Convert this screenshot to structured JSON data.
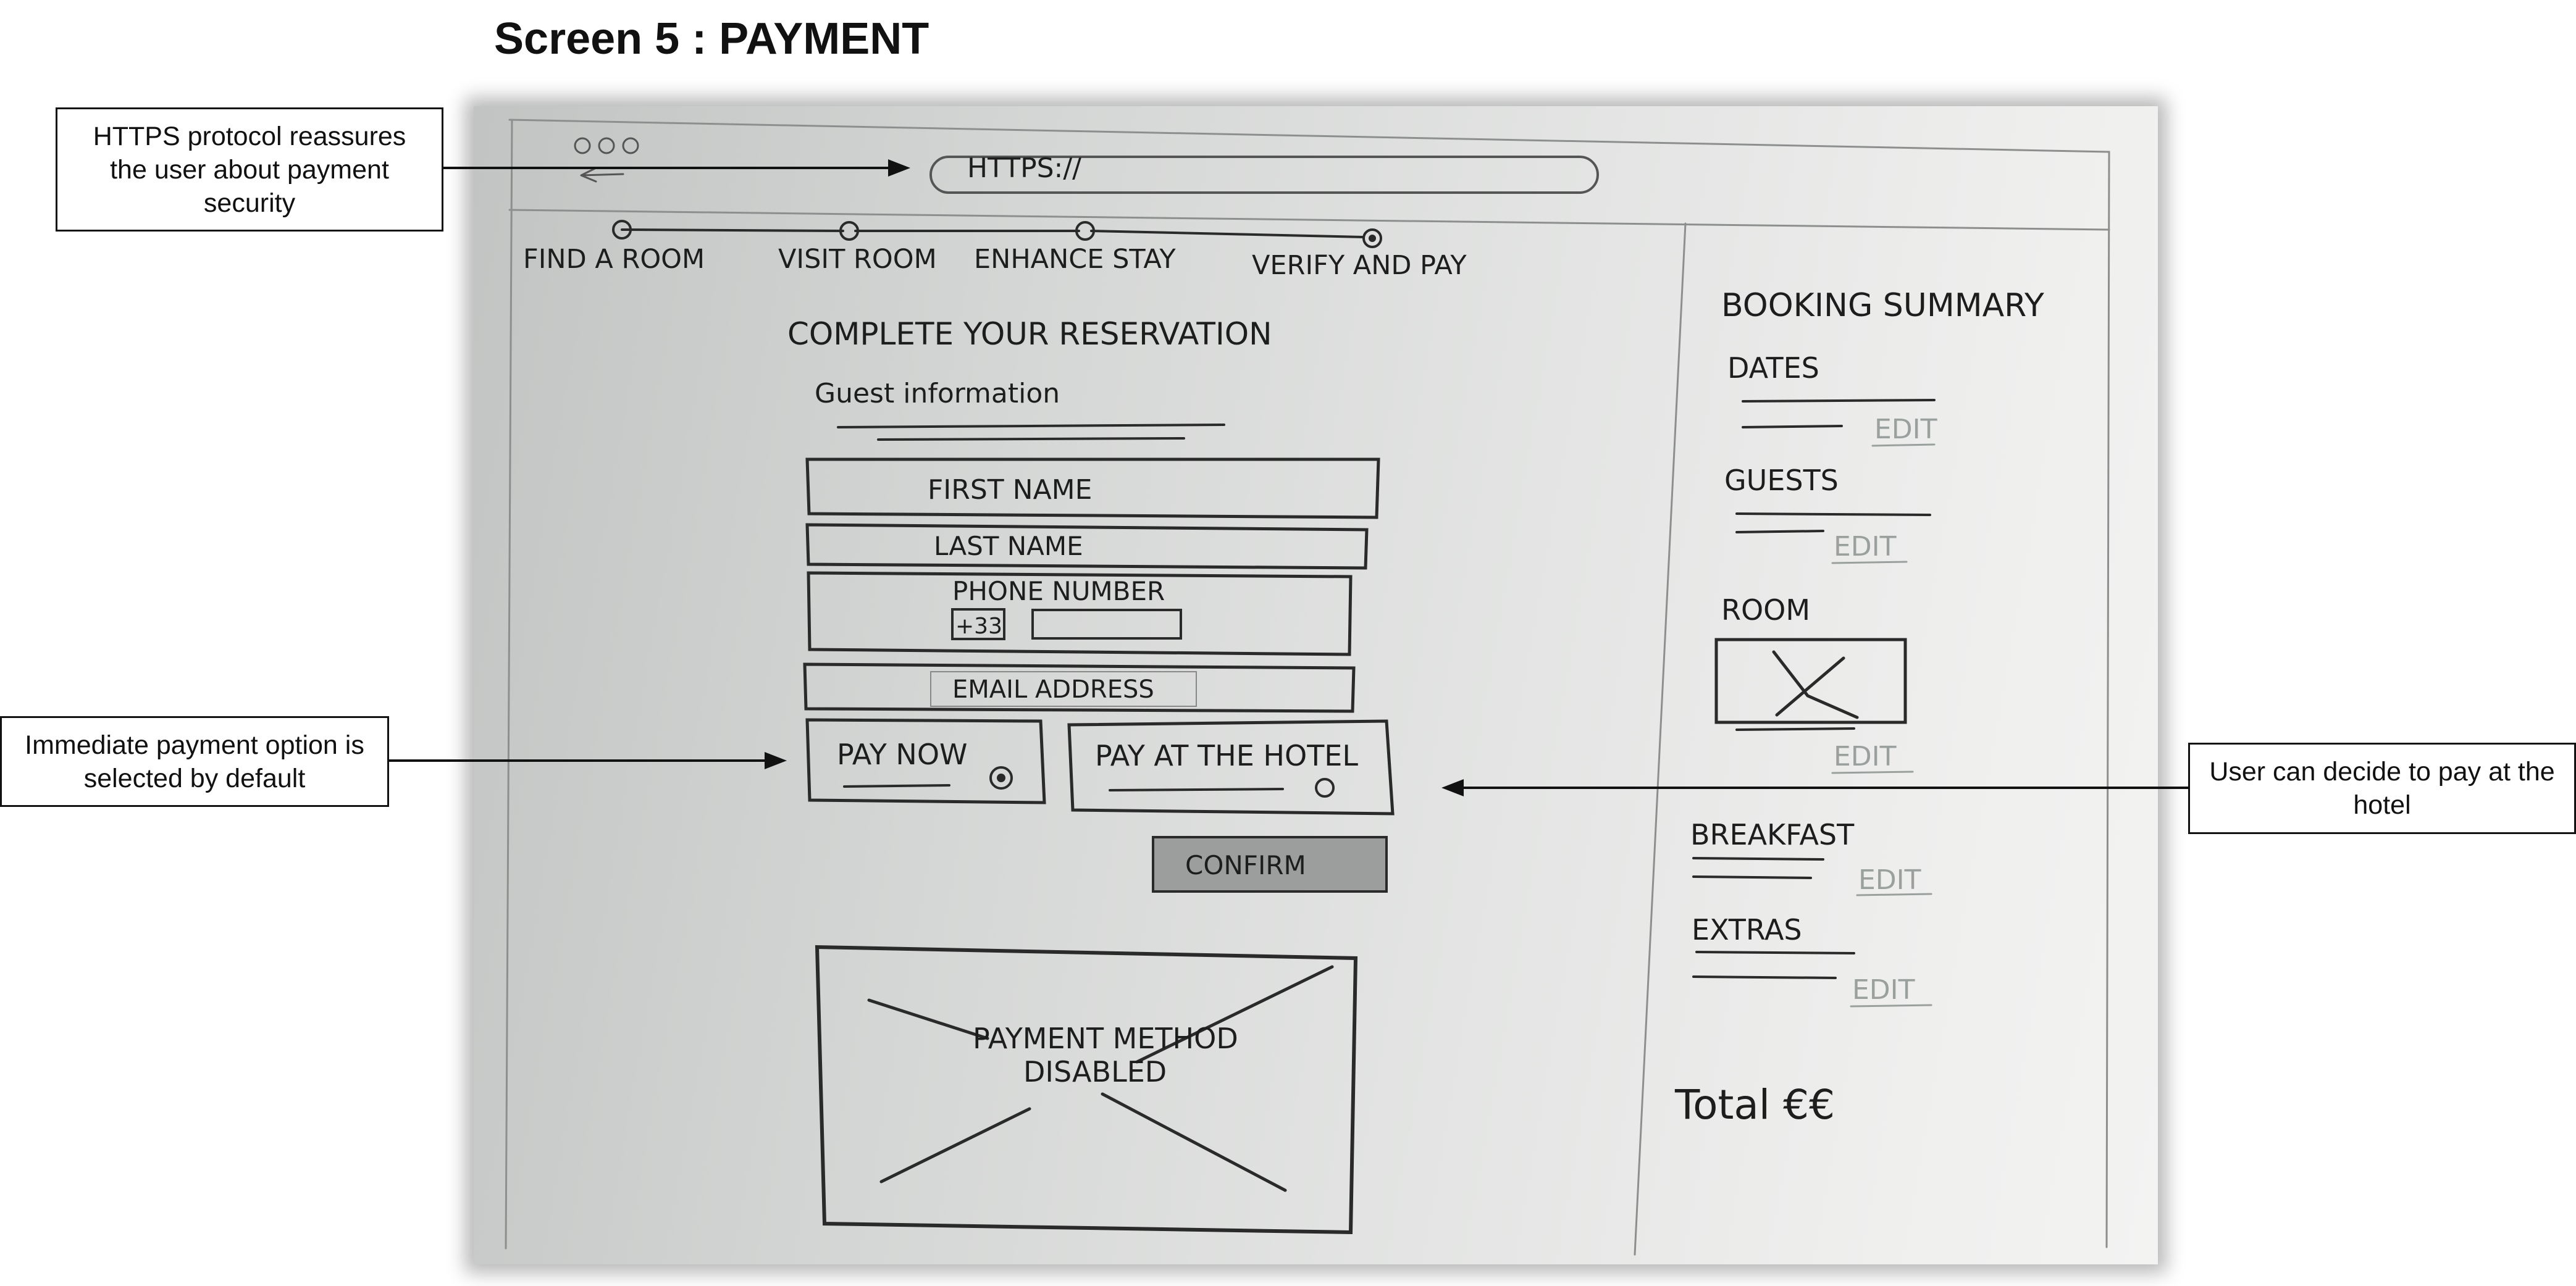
{
  "title": "Screen 5 : PAYMENT",
  "annotations": {
    "https": "HTTPS protocol reassures the user about payment security",
    "default": "Immediate payment option is selected by default",
    "hotel": "User can decide to pay at the hotel"
  },
  "browser": {
    "url": "HTTPS://"
  },
  "steps": [
    {
      "label": "FIND A ROOM",
      "state": "done"
    },
    {
      "label": "VISIT ROOM",
      "state": "done"
    },
    {
      "label": "ENHANCE STAY",
      "state": "done"
    },
    {
      "label": "VERIFY AND PAY",
      "state": "current"
    }
  ],
  "form": {
    "heading": "COMPLETE YOUR RESERVATION",
    "section": "Guest information",
    "first_name": "FIRST NAME",
    "last_name": "LAST NAME",
    "phone": "PHONE NUMBER",
    "country_code": "+33",
    "email": "EMAIL ADDRESS",
    "pay_now": "PAY NOW",
    "pay_hotel": "PAY AT THE HOTEL",
    "selected_option": "pay_now",
    "confirm": "CONFIRM",
    "payment_line1": "PAYMENT METHOD",
    "payment_line2": "DISABLED"
  },
  "summary": {
    "heading": "BOOKING SUMMARY",
    "dates": "DATES",
    "guests": "GUESTS",
    "room": "ROOM",
    "breakfast": "BREAKFAST",
    "extras": "EXTRAS",
    "edit": "EDIT",
    "total": "Total €€"
  }
}
